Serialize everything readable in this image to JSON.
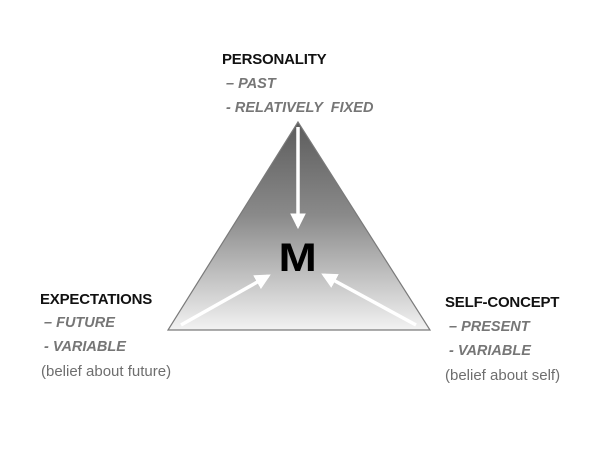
{
  "center": {
    "letter": "M"
  },
  "personality": {
    "title": "PERSONALITY",
    "line1": "– PAST",
    "line2": "- RELATIVELY  FIXED"
  },
  "expectations": {
    "title": "EXPECTATIONS",
    "line1": "– FUTURE",
    "line2": "- VARIABLE",
    "note": "(belief about future)"
  },
  "self_concept": {
    "title": "SELF-CONCEPT",
    "line1": "– PRESENT",
    "line2": "- VARIABLE",
    "note": "(belief about self)"
  },
  "colors": {
    "triangle_top": "#6e6e6e",
    "triangle_bottom": "#f4f4f4",
    "arrow": "#ffffff",
    "title_text": "#111111",
    "sub_text": "#767676"
  }
}
